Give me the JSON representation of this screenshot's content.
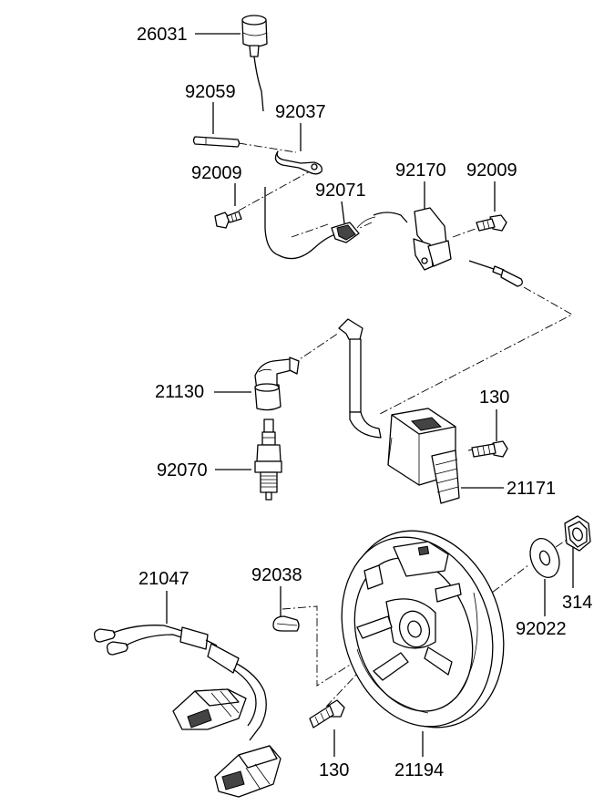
{
  "diagram": {
    "colors": {
      "line": "#000000",
      "background": "#ffffff",
      "shade": "#444444"
    },
    "labels": {
      "cap_26031": "26031",
      "pin_92059": "92059",
      "terminal_92037": "92037",
      "bolt_92009_left": "92009",
      "connector_92071": "92071",
      "bracket_92170": "92170",
      "bolt_92009_right": "92009",
      "plug_cap_21130": "21130",
      "spark_plug_92070": "92070",
      "bolt_130_top": "130",
      "coil_21171": "21171",
      "wiring_21047": "21047",
      "key_92038": "92038",
      "washer_92022": "92022",
      "nut_314": "314",
      "bolt_130_bottom": "130",
      "flywheel_21194": "21194"
    }
  }
}
